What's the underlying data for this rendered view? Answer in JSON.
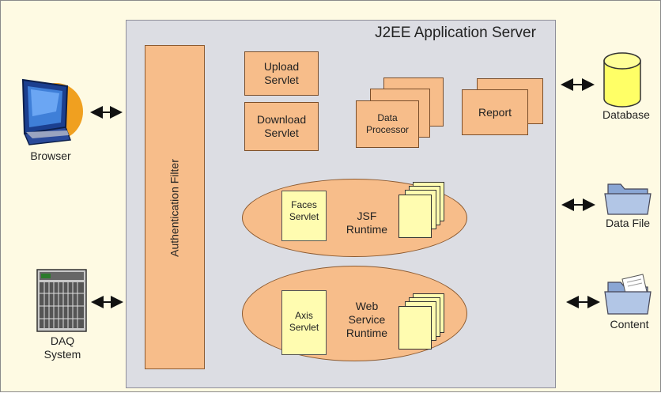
{
  "server": {
    "title": "J2EE Application Server"
  },
  "auth_filter": {
    "label": "Authentication Filter"
  },
  "servlets": {
    "upload": "Upload Servlet",
    "download": "Download Servlet"
  },
  "data_processor": {
    "label": "Data Processor"
  },
  "report": {
    "label": "Report"
  },
  "jsf": {
    "servlet": "Faces Servlet",
    "runtime": "JSF Runtime"
  },
  "web_service": {
    "servlet": "Axis Servlet",
    "runtime": "Web Service Runtime"
  },
  "clients": {
    "browser": "Browser",
    "daq": "DAQ System"
  },
  "resources": {
    "database": "Database",
    "data_file": "Data File",
    "content": "Content"
  },
  "colors": {
    "background": "#fefae3",
    "server_fill": "#dcdde3",
    "component_fill": "#f7bd8a",
    "servlet_fill": "#fffcb0",
    "database_fill": "#ffff66",
    "folder_fill": "#9fb6d8"
  },
  "icons": [
    "computer-monitor-icon",
    "daq-rack-icon",
    "database-cylinder-icon",
    "folder-icon",
    "folder-with-document-icon"
  ]
}
